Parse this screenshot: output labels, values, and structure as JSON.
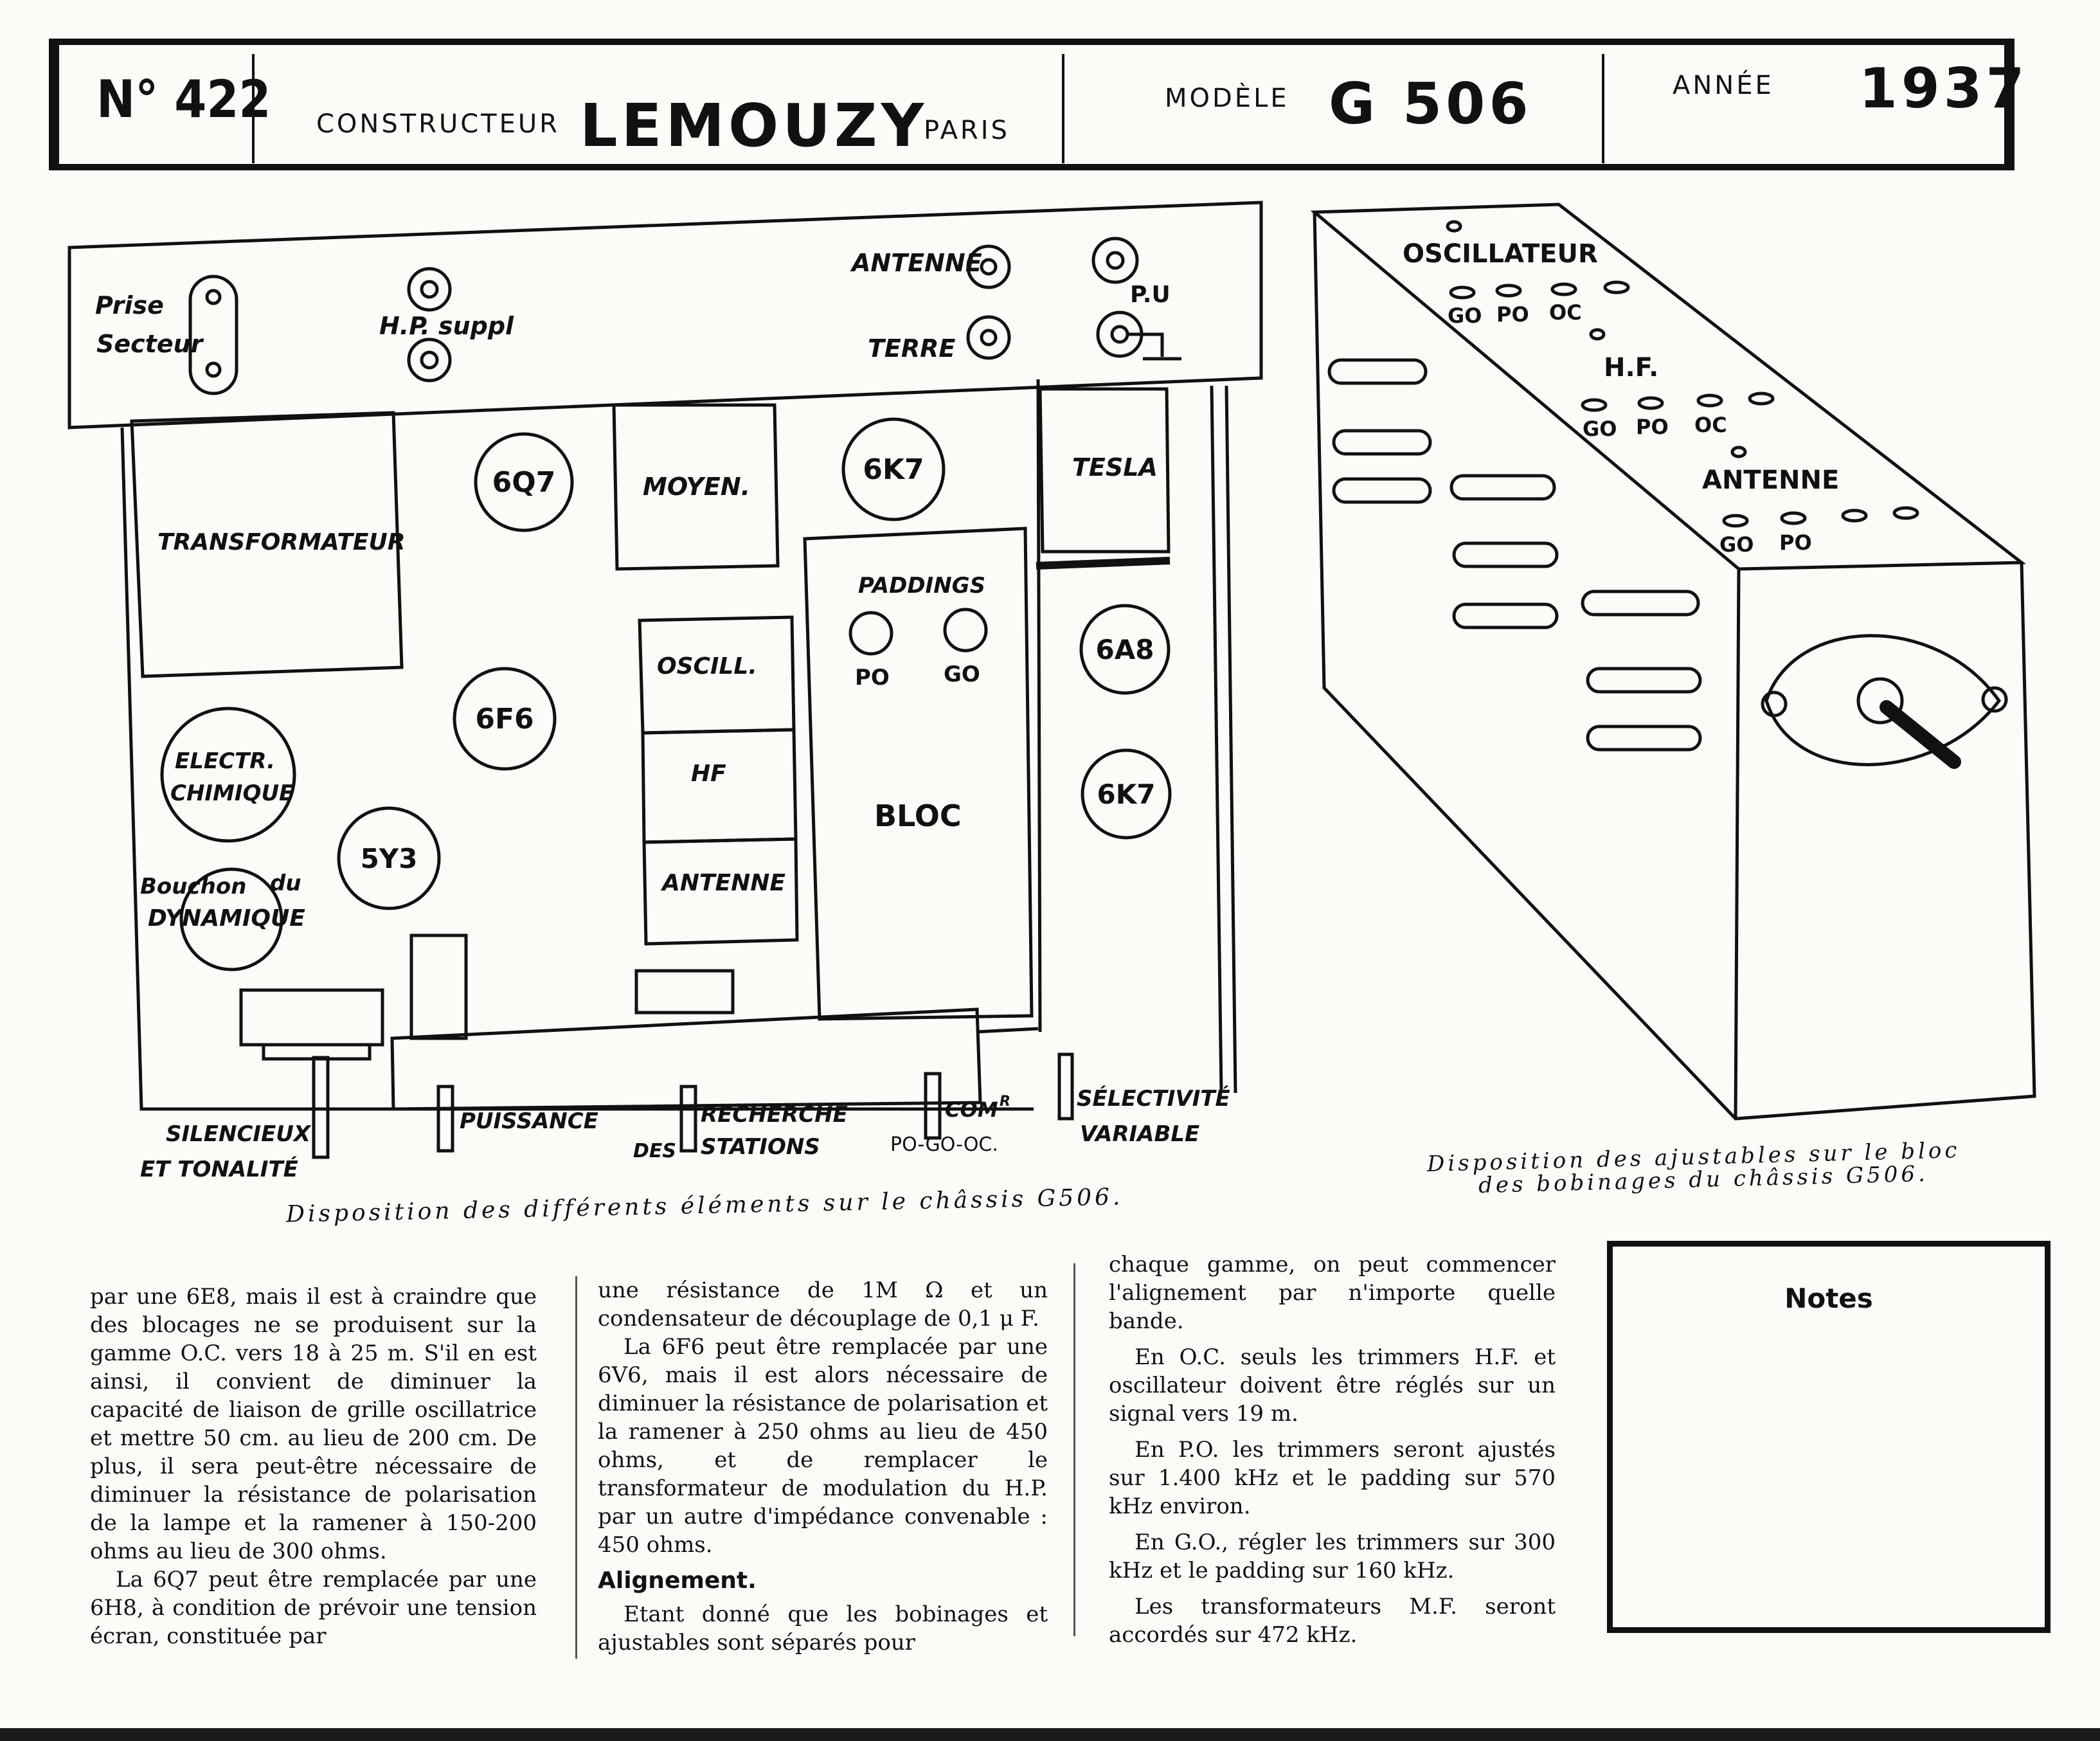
{
  "header": {
    "number": "N° 422",
    "constructeur_label": "CONSTRUCTEUR",
    "manufacturer": "LEMOUZY",
    "city": "PARIS",
    "modele_label": "MODÈLE",
    "model": "G 506",
    "annee_label": "ANNÉE",
    "year": "1937"
  },
  "chassis": {
    "prise_secteur": [
      "Prise",
      "Secteur"
    ],
    "hp_suppl": "H.P. suppl",
    "antenne": "ANTENNE",
    "terre": "TERRE",
    "pu": "P.U",
    "transformateur": "TRANSFORMATEUR",
    "tube_6q7": "6Q7",
    "moyen": "MOYEN.",
    "tube_6k7_top": "6K7",
    "tesla": "TESLA",
    "paddings": "PADDINGS",
    "po": "PO",
    "go": "GO",
    "tube_6a8": "6A8",
    "tube_6f6": "6F6",
    "oscill": "OSCILL.",
    "hf": "HF",
    "antenne_coil": "ANTENNE",
    "bloc": "BLOC",
    "tube_6k7_bottom": "6K7",
    "electr": [
      "ELECTR.",
      "CHIMIQUE"
    ],
    "tube_5y3": "5Y3",
    "bouchon": [
      "Bouchon",
      "du",
      "DYNAMIQUE"
    ],
    "silencieux": [
      "SILENCIEUX",
      "ET TONALITÉ"
    ],
    "puissance": "PUISSANCE",
    "recherche": [
      "RECHERCHE",
      "DES",
      "STATIONS"
    ],
    "com": [
      "COM",
      "R",
      "PO-GO-OC."
    ],
    "selectivite": [
      "SÉLECTIVITÉ",
      "VARIABLE"
    ],
    "caption": "Disposition des différents éléments sur le châssis G506."
  },
  "bloc_view": {
    "oscillateur": "OSCILLATEUR",
    "hf": "H.F.",
    "antenne": "ANTENNE",
    "go": "GO",
    "po": "PO",
    "oc": "OC",
    "caption": [
      "Disposition des ajustables sur le bloc",
      "des bobinages du châssis G506."
    ]
  },
  "article": {
    "col1": [
      "par une 6E8, mais il est à craindre que des blocages ne se produisent sur la gamme O.C. vers 18 à 25 m. S'il en est ainsi, il convient de diminuer la capacité de liaison de grille oscillatrice et mettre 50 cm. au lieu de 200 cm. De plus, il sera peut-être nécessaire de diminuer la résistance de polarisation de la lampe et la ramener à 150-200 ohms au lieu de 300 ohms.",
      "La 6Q7 peut être remplacée par une 6H8, à condition de prévoir une tension écran, constituée par"
    ],
    "col2": [
      "une résistance de 1M Ω et un condensateur de découplage de 0,1 μ F.",
      "La 6F6 peut être remplacée par une 6V6, mais il est alors nécessaire de diminuer la résistance de polarisation et la ramener à 250 ohms au lieu de 450 ohms, et de remplacer le transformateur de modulation du H.P. par un autre d'impédance convenable : 450 ohms."
    ],
    "alignement_title": "Alignement.",
    "col2_b": "Etant donné que les bobinages et ajustables sont séparés pour",
    "col3": [
      "chaque gamme, on peut commencer l'alignement par n'importe quelle bande.",
      "En O.C. seuls les trimmers H.F. et oscillateur doivent être réglés sur un signal vers 19 m.",
      "En P.O. les trimmers seront ajustés sur 1.400 kHz et le padding sur 570 kHz environ.",
      "En G.O., régler les trimmers sur 300 kHz et le padding sur 160 kHz.",
      "Les transformateurs M.F. seront accordés sur 472 kHz."
    ]
  },
  "notes": {
    "title": "Notes"
  }
}
